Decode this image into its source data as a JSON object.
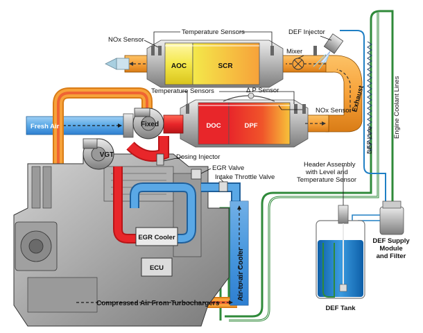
{
  "labels": {
    "nox_sensor_top": "NOx Sensor",
    "temp_sensors_top": "Temperature Sensors",
    "def_injector": "DEF Injector",
    "aoc": "AOC",
    "scr": "SCR",
    "mixer": "Mixer",
    "temp_sensors_mid": "Temperature Sensors",
    "delta_p_sensor": "Δ P Sensor",
    "nox_sensor_mid": "NOx Sensor",
    "exhaust": "Exhaust",
    "engine_coolant_lines": "Engine Coolant Lines",
    "fresh_air": "Fresh Air",
    "fixed": "Fixed",
    "doc": "DOC",
    "dpf": "DPF",
    "vgt": "VGT",
    "dosing_injector": "Dosing Injector",
    "egr_valve": "EGR Valve",
    "intake_throttle_valve": "Intake Throttle Valve",
    "def_line": "DEF Line",
    "header_assembly_1": "Header Assembly",
    "header_assembly_2": "with Level and",
    "header_assembly_3": "Temperature Sensor",
    "egr_cooler": "EGR Cooler",
    "ecu": "ECU",
    "air_to_air_cooler": "Air-to-air Cooler",
    "def_supply_1": "DEF Supply",
    "def_supply_2": "Module",
    "def_supply_3": "and Filter",
    "compressed_air": "Compressed Air From Turbochargers",
    "def_tank": "DEF Tank"
  },
  "colors": {
    "exhaust_orange": "#f7a23a",
    "hot_red": "#e8262a",
    "cool_blue": "#2e7fd1",
    "aoc_yellow": "#f4e84a",
    "coolant_green": "#2f8a3a",
    "def_fluid": "#1f7fc4",
    "engine_gray": "#8a8a8a"
  }
}
